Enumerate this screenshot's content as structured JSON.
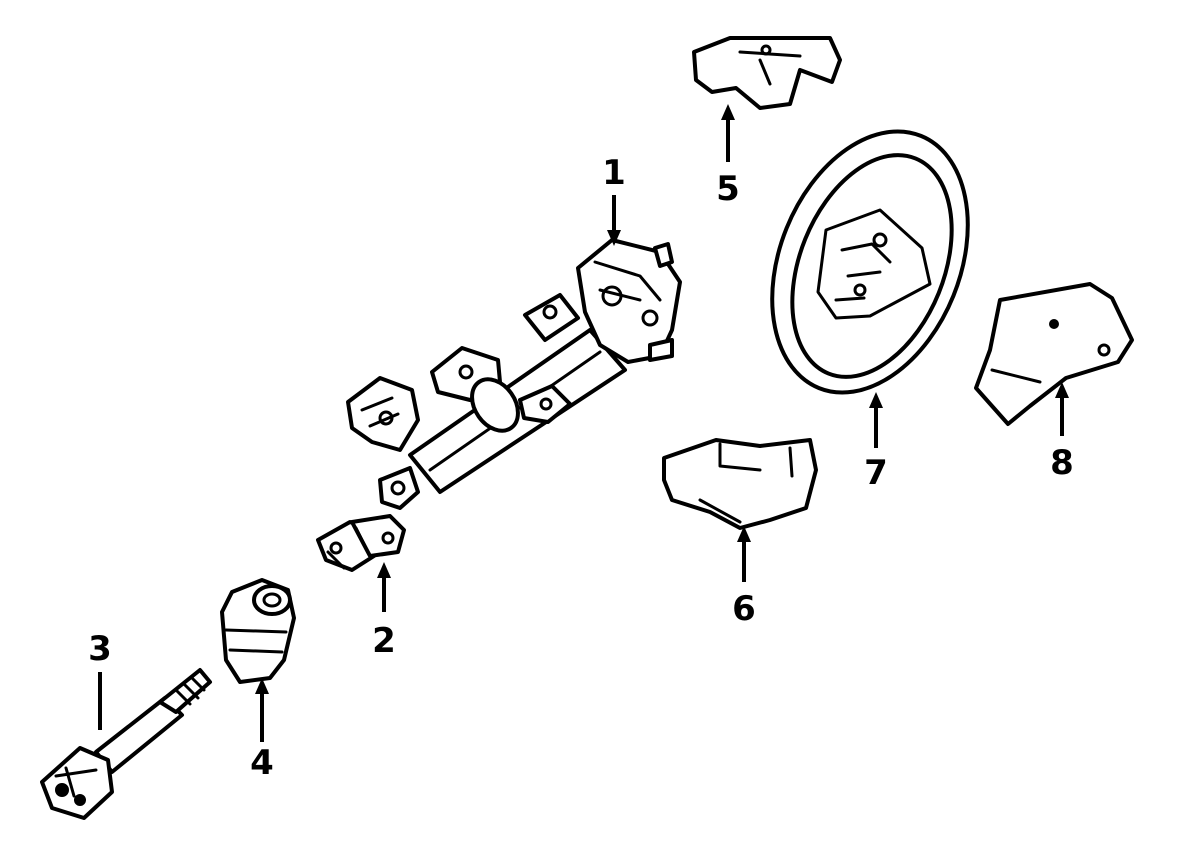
{
  "diagram": {
    "background": "#ffffff",
    "ink": "#000000",
    "callouts": [
      {
        "id": "1",
        "label": "1"
      },
      {
        "id": "2",
        "label": "2"
      },
      {
        "id": "3",
        "label": "3"
      },
      {
        "id": "4",
        "label": "4"
      },
      {
        "id": "5",
        "label": "5"
      },
      {
        "id": "6",
        "label": "6"
      },
      {
        "id": "7",
        "label": "7"
      },
      {
        "id": "8",
        "label": "8"
      }
    ]
  }
}
